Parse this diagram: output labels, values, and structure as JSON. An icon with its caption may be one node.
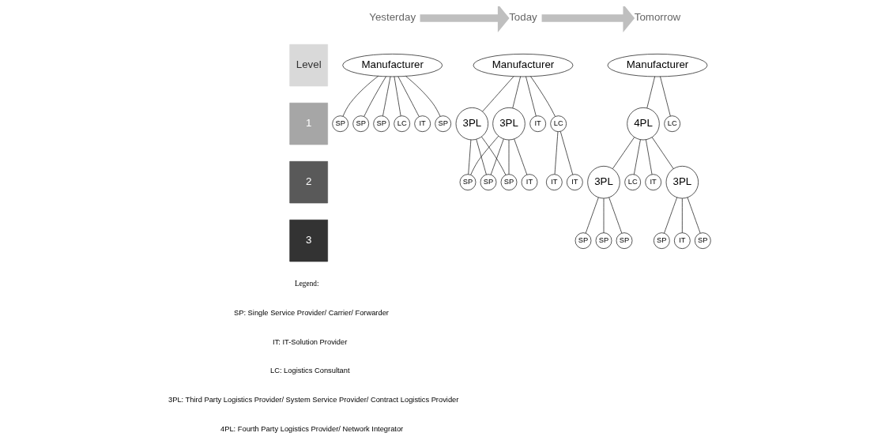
{
  "diagram": {
    "nodes": [
      {
        "text": [
          "Yesterday"
        ]
      },
      {
        "text": [
          "Today"
        ]
      },
      {
        "text": [
          "Tomorrow"
        ]
      },
      {
        "text": [
          "Level"
        ]
      },
      {
        "text": [
          "Manufacturer"
        ]
      },
      {
        "text": [
          "Manufacturer"
        ]
      },
      {
        "text": [
          "Manufacturer"
        ]
      },
      {
        "text": [
          "1"
        ]
      },
      {
        "text": [
          "SP"
        ]
      },
      {
        "text": [
          "SP"
        ]
      },
      {
        "text": [
          "SP"
        ]
      },
      {
        "text": [
          "LC"
        ]
      },
      {
        "text": [
          "IT"
        ]
      },
      {
        "text": [
          "SP"
        ]
      },
      {
        "text": [
          "3PL"
        ]
      },
      {
        "text": [
          "3PL"
        ]
      },
      {
        "text": [
          "IT"
        ]
      },
      {
        "text": [
          "LC"
        ]
      },
      {
        "text": [
          "4PL"
        ]
      },
      {
        "text": [
          "LC"
        ]
      },
      {
        "text": [
          "2"
        ]
      },
      {
        "text": [
          "SP"
        ]
      },
      {
        "text": [
          "SP"
        ]
      },
      {
        "text": [
          "SP"
        ]
      },
      {
        "text": [
          "IT"
        ]
      },
      {
        "text": [
          "IT"
        ]
      },
      {
        "text": [
          "IT"
        ]
      },
      {
        "text": [
          "IT"
        ]
      },
      {
        "text": [
          "3PL"
        ]
      },
      {
        "text": [
          "3PL"
        ]
      },
      {
        "text": [
          "LC"
        ]
      },
      {
        "text": [
          "3"
        ]
      },
      {
        "text": [
          "SP"
        ]
      },
      {
        "text": [
          "IT"
        ]
      },
      {
        "text": [
          "SP"
        ]
      },
      {
        "text": [
          "SP"
        ]
      },
      {
        "text": [
          "SP"
        ]
      },
      {
        "text": [
          "SP"
        ]
      }
    ],
    "edges": [
      {
        "from": 0,
        "to": 1,
        "arrow": "to",
        "style": "thick",
        "color": "#bfbfbf"
      },
      {
        "from": 1,
        "to": 2,
        "arrow": "to",
        "style": "thick",
        "color": "#bfbfbf"
      },
      {
        "from": 4,
        "to": 8,
        "arrow": "none"
      },
      {
        "from": 4,
        "to": 9,
        "arrow": "none"
      },
      {
        "from": 4,
        "to": 10,
        "arrow": "none"
      },
      {
        "from": 4,
        "to": 11,
        "arrow": "none"
      },
      {
        "from": 4,
        "to": 12,
        "arrow": "none"
      },
      {
        "from": 4,
        "to": 13,
        "arrow": "none"
      },
      {
        "from": 5,
        "to": 14,
        "arrow": "none"
      },
      {
        "from": 5,
        "to": 15,
        "arrow": "none"
      },
      {
        "from": 5,
        "to": 16,
        "arrow": "none"
      },
      {
        "from": 5,
        "to": 17,
        "arrow": "none"
      },
      {
        "from": 6,
        "to": 18,
        "arrow": "none"
      },
      {
        "from": 6,
        "to": 19,
        "arrow": "none"
      },
      {
        "from": 14,
        "to": 21,
        "arrow": "none"
      },
      {
        "from": 14,
        "to": 22,
        "arrow": "none"
      },
      {
        "from": 14,
        "to": 23,
        "arrow": "none"
      },
      {
        "from": 15,
        "to": 21,
        "arrow": "none"
      },
      {
        "from": 15,
        "to": 22,
        "arrow": "none"
      },
      {
        "from": 15,
        "to": 23,
        "arrow": "none"
      },
      {
        "from": 15,
        "to": 24,
        "arrow": "none"
      },
      {
        "from": 17,
        "to": 25,
        "arrow": "none"
      },
      {
        "from": 17,
        "to": 26,
        "arrow": "none"
      },
      {
        "from": 18,
        "to": 27,
        "arrow": "none"
      },
      {
        "from": 18,
        "to": 28,
        "arrow": "none"
      },
      {
        "from": 18,
        "to": 29,
        "arrow": "none"
      },
      {
        "from": 18,
        "to": 30,
        "arrow": "none"
      },
      {
        "from": 28,
        "to": 32,
        "arrow": "none"
      },
      {
        "from": 28,
        "to": 33,
        "arrow": "none"
      },
      {
        "from": 28,
        "to": 34,
        "arrow": "none"
      },
      {
        "from": 29,
        "to": 35,
        "arrow": "none"
      },
      {
        "from": 29,
        "to": 36,
        "arrow": "none"
      },
      {
        "from": 29,
        "to": 37,
        "arrow": "none"
      }
    ],
    "labels": [
      "Legend:",
      "SP: Single Service Provider/ Carrier/ Forwarder",
      "IT: IT-Solution Provider",
      "LC: Logistics Consultant",
      "3PL: Third Party Logistics Provider/ System Service Provider/ Contract Logistics Provider",
      "4PL: Fourth Party Logistics Provider/ Network Integrator"
    ]
  }
}
